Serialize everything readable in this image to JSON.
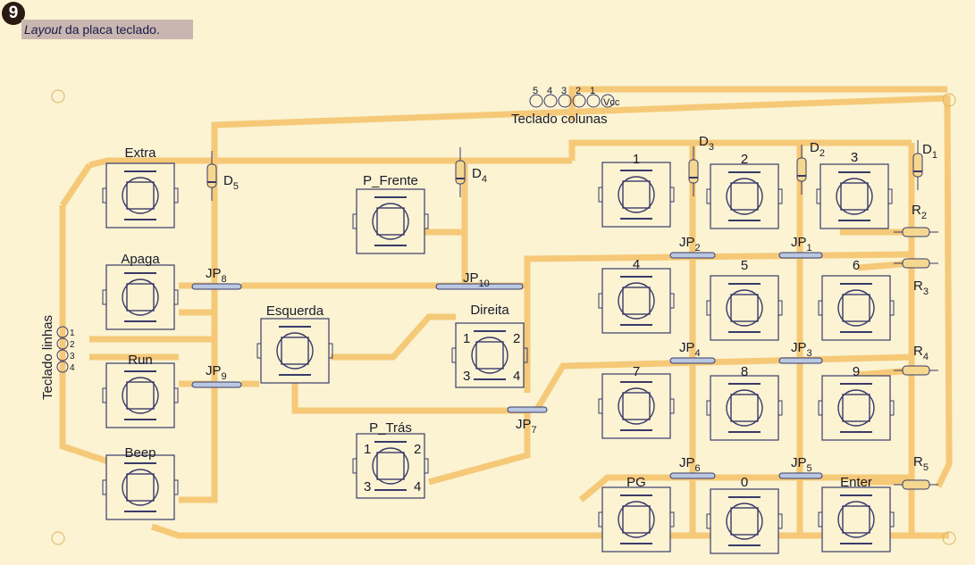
{
  "figure": {
    "number": "9",
    "caption_italic": "Layout",
    "caption_rest": " da placa teclado."
  },
  "connector_columns": {
    "pins": [
      "5",
      "4",
      "3",
      "2",
      "1"
    ],
    "vcc": "Vcc",
    "label": "Teclado colunas"
  },
  "connector_rows": {
    "pins": [
      "1",
      "2",
      "3",
      "4"
    ],
    "label": "Teclado linhas"
  },
  "buttons": [
    {
      "label": "Extra"
    },
    {
      "label": "Apaga"
    },
    {
      "label": "Run"
    },
    {
      "label": "Beep"
    },
    {
      "label": "P_Frente"
    },
    {
      "label": "Esquerda"
    },
    {
      "label": "Direita",
      "pins": [
        "1",
        "2",
        "3",
        "4"
      ]
    },
    {
      "label": "P_Trás",
      "pins": [
        "1",
        "2",
        "3",
        "4"
      ]
    },
    {
      "label": "1"
    },
    {
      "label": "2"
    },
    {
      "label": "3"
    },
    {
      "label": "4"
    },
    {
      "label": "5"
    },
    {
      "label": "6"
    },
    {
      "label": "7"
    },
    {
      "label": "8"
    },
    {
      "label": "9"
    },
    {
      "label": "PG"
    },
    {
      "label": "0"
    },
    {
      "label": "Enter"
    }
  ],
  "diodes": [
    {
      "name": "D",
      "sub": "1"
    },
    {
      "name": "D",
      "sub": "2"
    },
    {
      "name": "D",
      "sub": "3"
    },
    {
      "name": "D",
      "sub": "4"
    },
    {
      "name": "D",
      "sub": "5"
    }
  ],
  "resistors": [
    {
      "name": "R",
      "sub": "2"
    },
    {
      "name": "R",
      "sub": "3"
    },
    {
      "name": "R",
      "sub": "4"
    },
    {
      "name": "R",
      "sub": "5"
    }
  ],
  "jumpers": [
    {
      "name": "JP",
      "sub": "1"
    },
    {
      "name": "JP",
      "sub": "2"
    },
    {
      "name": "JP",
      "sub": "3"
    },
    {
      "name": "JP",
      "sub": "4"
    },
    {
      "name": "JP",
      "sub": "5"
    },
    {
      "name": "JP",
      "sub": "6"
    },
    {
      "name": "JP",
      "sub": "7"
    },
    {
      "name": "JP",
      "sub": "8"
    },
    {
      "name": "JP",
      "sub": "9"
    },
    {
      "name": "JP",
      "sub": "10"
    }
  ],
  "colors": {
    "background": "#fbf3d2",
    "trace": "#f5c978",
    "component": "#3a3a6a"
  }
}
